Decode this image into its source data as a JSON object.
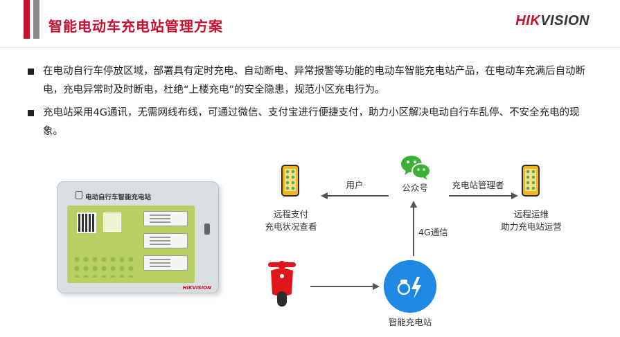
{
  "header": {
    "title": "智能电动车充电站管理方案",
    "brand_red": "HIK",
    "brand_dark": "VISION"
  },
  "bullets": [
    "在电动自行车停放区域，部署具有定时充电、自动断电、异常报警等功能的电动车智能充电站产品，在电动车充满后自动断电，充电异常时及时断电，杜绝“上楼充电”的安全隐患，规范小区充电行为。",
    "充电站采用4G通讯，无需网线布线，可通过微信、支付宝进行便捷支付，助力小区解决电动自行车乱停、不安全充电的现象。"
  ],
  "device": {
    "title": "电动自行车智能充电站",
    "logo": "HIKVISION"
  },
  "diagram": {
    "left_label_1": "远程支付",
    "left_label_2": "充电状况查看",
    "center_label": "公众号",
    "right_label_1": "远程运维",
    "right_label_2": "助力充电站运营",
    "arrow_user": "用户",
    "arrow_admin": "充电站管理者",
    "arrow_4g": "4G通信",
    "station_label": "智能充电站"
  },
  "colors": {
    "accent_red": "#c8102e",
    "station_blue": "#1e88e5",
    "wechat_green": "#3cb034",
    "phone_yellow": "#f3b422",
    "device_green": "#b7cf63"
  },
  "icons": {
    "wechat": "wechat-icon",
    "phone": "smartphone-icon",
    "station": "charging-station-icon",
    "scooter": "electric-scooter-icon"
  }
}
